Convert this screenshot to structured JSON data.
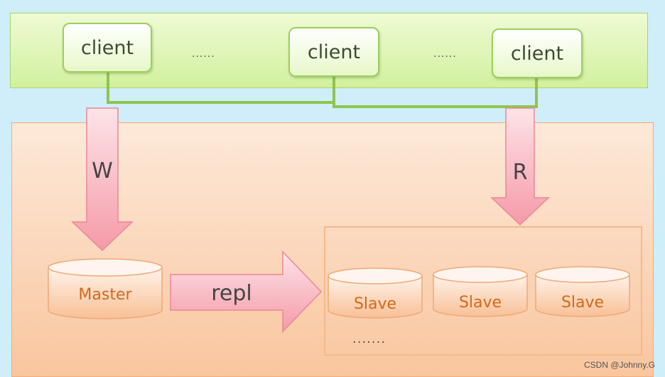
{
  "clients": [
    {
      "label": "client"
    },
    {
      "label": "client"
    },
    {
      "label": "client"
    }
  ],
  "client_gaps": [
    "......",
    "......"
  ],
  "arrows": {
    "write_label": "W",
    "read_label": "R",
    "repl_label": "repl"
  },
  "master": {
    "label": "Master"
  },
  "slaves": [
    {
      "label": "Slave"
    },
    {
      "label": "Slave"
    },
    {
      "label": "Slave"
    }
  ],
  "slave_more": ".......",
  "watermark": "CSDN @Johnny.G",
  "colors": {
    "client_band": "#d2f09e",
    "server_band": "#f9c69e",
    "connector": "#8fc54e",
    "arrow_fill": "#f7a9b4",
    "db_text": "#d2691e"
  }
}
